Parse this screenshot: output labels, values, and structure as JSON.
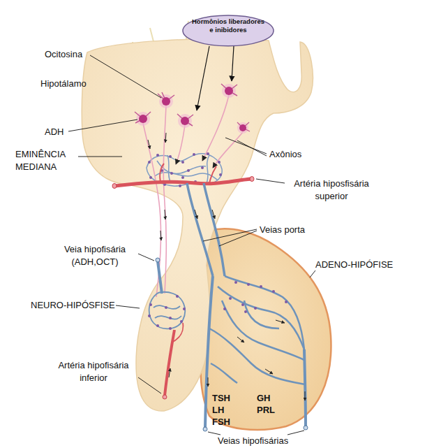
{
  "diagram": {
    "nodes": [
      {
        "text": [
          "Hormônios liberadores e inibidores"
        ]
      }
    ],
    "labels": [
      "Ocitosina",
      "Hipotálamo",
      "ADH",
      "EMINÊNCIA MEDIANA",
      "Axônios",
      "Artéria hiposfisária superior",
      "Veias porta",
      "Veia hipofisária (ADH,OCT)",
      "ADENO-HIPÓFISE",
      "NEURO-HIPÓSFISE",
      "Artéria hipofisária inferior",
      "TSH",
      "LH",
      "FSH",
      "GH",
      "PRL",
      "Veias hipofisárias"
    ]
  }
}
